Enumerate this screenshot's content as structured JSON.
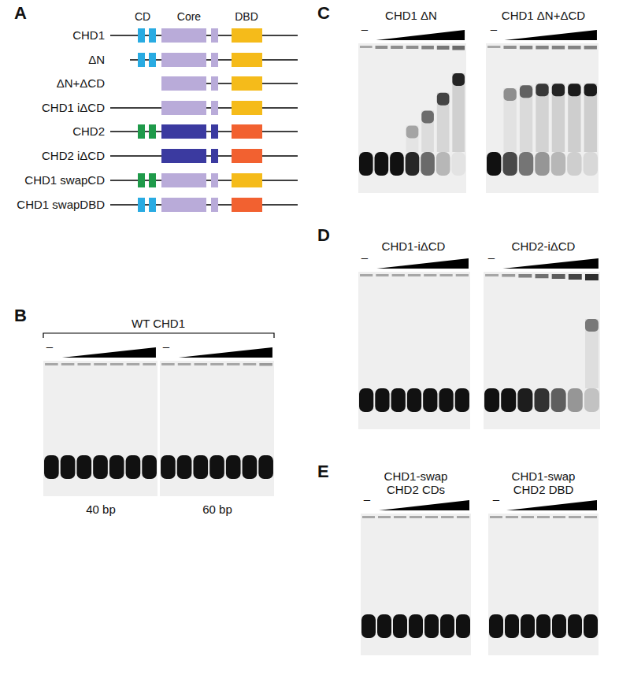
{
  "diagram": {
    "labels": [
      "A",
      "CD",
      "Core",
      "DBD",
      "CHD1",
      "ΔN",
      "ΔN+ΔCD",
      "CHD1 iΔCD",
      "CHD2",
      "CHD2 iΔCD",
      "CHD1 swapCD",
      "CHD1 swapDBD",
      "B",
      "WT CHD1",
      "–",
      "–",
      "40 bp",
      "60 bp",
      "C",
      "CHD1 ΔN",
      "CHD1 ΔN+ΔCD",
      "–",
      "–",
      "D",
      "CHD1-iΔCD",
      "CHD2-iΔCD",
      "–",
      "–",
      "E",
      "CHD1-swap CHD2 CDs",
      "CHD1-swap CHD2 DBD",
      "–",
      "–"
    ]
  }
}
